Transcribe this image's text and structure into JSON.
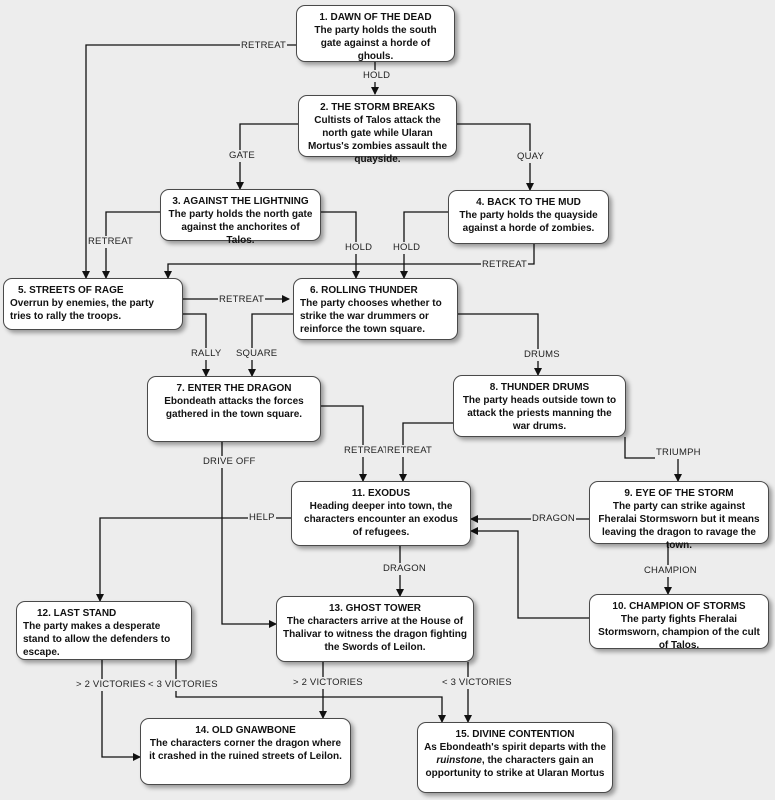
{
  "nodes": [
    {
      "id": 1,
      "title": "1.    DAWN OF THE DEAD",
      "desc": "The party holds the south gate against a horde of ghouls."
    },
    {
      "id": 2,
      "title": "2.    THE STORM BREAKS",
      "desc": "Cultists of Talos attack the north gate while Ularan Mortus's zombies assault the quayside."
    },
    {
      "id": 3,
      "title": "3.    AGAINST THE LIGHTNING",
      "desc": "The party holds the north gate against the anchorites of Talos."
    },
    {
      "id": 4,
      "title": "4. BACK TO THE MUD",
      "desc": "The party holds the quayside against a horde of zombies."
    },
    {
      "id": 5,
      "title": "5.     STREETS OF RAGE",
      "desc": "Overrun by enemies, the party tries to rally the troops."
    },
    {
      "id": 6,
      "title": "6.    ROLLING THUNDER",
      "desc": "The party chooses whether to strike the war drummers or reinforce the town square."
    },
    {
      "id": 7,
      "title": "7. ENTER THE DRAGON",
      "desc": "Ebondeath attacks the forces gathered in the town square."
    },
    {
      "id": 8,
      "title": "8. THUNDER DRUMS",
      "desc": "The party heads outside town to attack the priests manning the war drums."
    },
    {
      "id": 9,
      "title": "9. EYE OF THE STORM",
      "desc": "The party can strike against Fheralai Stormsworn but it means leaving the dragon to ravage the town."
    },
    {
      "id": 10,
      "title": "10. CHAMPION OF STORMS",
      "desc": "The party fights Fheralai Stormsworn, champion of the cult of Talos."
    },
    {
      "id": 11,
      "title": "11. EXODUS",
      "desc": "Heading deeper into town, the characters encounter an exodus of refugees."
    },
    {
      "id": 12,
      "title": "12. LAST STAND",
      "desc": "The party makes a desperate stand to allow the defenders to escape."
    },
    {
      "id": 13,
      "title": "13. GHOST TOWER",
      "desc": "The characters arrive at the House of Thalivar to witness the dragon fighting the Swords of Leilon."
    },
    {
      "id": 14,
      "title": "14. OLD GNAWBONE",
      "desc": "The characters corner the dragon where it crashed in the ruined streets of Leilon."
    },
    {
      "id": 15,
      "title": "15. DIVINE CONTENTION",
      "desc_pre": "As Ebondeath's spirit departs with the ",
      "desc_em": "ruinstone",
      "desc_post": ", the characters gain an opportunity to strike at Ularan Mortus"
    }
  ],
  "edge_labels": {
    "e1_5": "RETREAT",
    "e1_2": "HOLD",
    "e2_3": "GATE",
    "e2_4": "QUAY",
    "e3_5": "RETREAT",
    "e3_6": "HOLD",
    "e4_6": "HOLD",
    "e4_5": "RETREAT",
    "e5_6": "RETREAT",
    "e5_7": "RALLY",
    "e6_7": "SQUARE",
    "e6_8": "DRUMS",
    "e7_11": "RETREAT",
    "e8_11": "RETREAT",
    "e7_13": "DRIVE OFF",
    "e8_9": "TRIUMPH",
    "e9_11": "DRAGON",
    "e9_10": "CHAMPION",
    "e11_12": "HELP",
    "e11_13": "DRAGON",
    "e12_14": "> 2 VICTORIES",
    "e12_15": "< 3 VICTORIES",
    "e13_14": "> 2 VICTORIES",
    "e13_15": "< 3 VICTORIES"
  },
  "colors": {
    "line": "#111111",
    "box_border": "#4a4a4a",
    "background": "#ededed"
  }
}
